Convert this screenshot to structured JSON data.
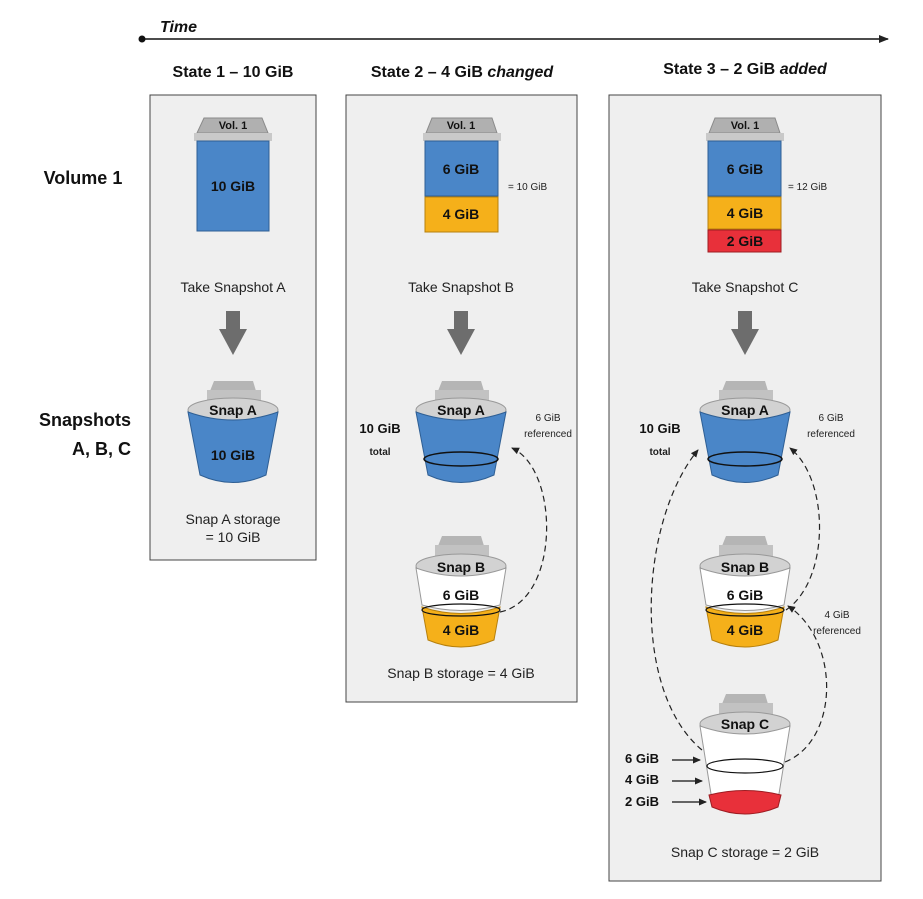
{
  "timeline": {
    "label": "Time"
  },
  "rows": {
    "volume": "Volume 1",
    "snapshots_line1": "Snapshots",
    "snapshots_line2": "A, B, C"
  },
  "states": [
    {
      "heading_prefix": "State 1 – 10 GiB",
      "heading_em": "",
      "volume": {
        "label": "Vol. 1",
        "segments": [
          "10 GiB"
        ],
        "total": ""
      },
      "action": "Take Snapshot A",
      "storage_line1": "Snap A storage",
      "storage_line2": "= 10 GiB",
      "snapshots": [
        {
          "label": "Snap A",
          "fill": "10 GiB"
        }
      ]
    },
    {
      "heading_prefix": "State 2 – 4 GiB ",
      "heading_em": "changed",
      "volume": {
        "label": "Vol. 1",
        "segments": [
          "6 GiB",
          "4 GiB"
        ],
        "total": "= 10 GiB"
      },
      "action": "Take Snapshot B",
      "storage_line1": "Snap B storage = 4 GiB",
      "total_value": "10 GiB",
      "total_word": "total",
      "ref_line1": "6 GiB",
      "ref_line2": "referenced",
      "snapshots": [
        {
          "label": "Snap A",
          "fill": ""
        },
        {
          "label": "Snap B",
          "upper": "6 GiB",
          "fill": "4 GiB"
        }
      ]
    },
    {
      "heading_prefix": "State 3 – 2 GiB ",
      "heading_em": "added",
      "volume": {
        "label": "Vol. 1",
        "segments": [
          "6 GiB",
          "4 GiB",
          "2 GiB"
        ],
        "total": "= 12 GiB"
      },
      "action": "Take Snapshot C",
      "storage_line1": "Snap C storage = 2 GiB",
      "total_value": "10 GiB",
      "total_word": "total",
      "ref_a_line1": "6 GiB",
      "ref_a_line2": "referenced",
      "ref_b_line1": "4 GiB",
      "ref_b_line2": "referenced",
      "snapshots": [
        {
          "label": "Snap A",
          "fill": ""
        },
        {
          "label": "Snap B",
          "upper": "6 GiB",
          "fill": "4 GiB"
        },
        {
          "label": "Snap C",
          "pointers": [
            "6 GiB",
            "4 GiB",
            "2 GiB"
          ]
        }
      ]
    }
  ],
  "colors": {
    "blue": "#4a86c8",
    "orange": "#f5b01a",
    "red": "#e8303a",
    "panel": "#efefef",
    "arrow": "#6d6d6d",
    "lid": "#b5b5b5"
  }
}
